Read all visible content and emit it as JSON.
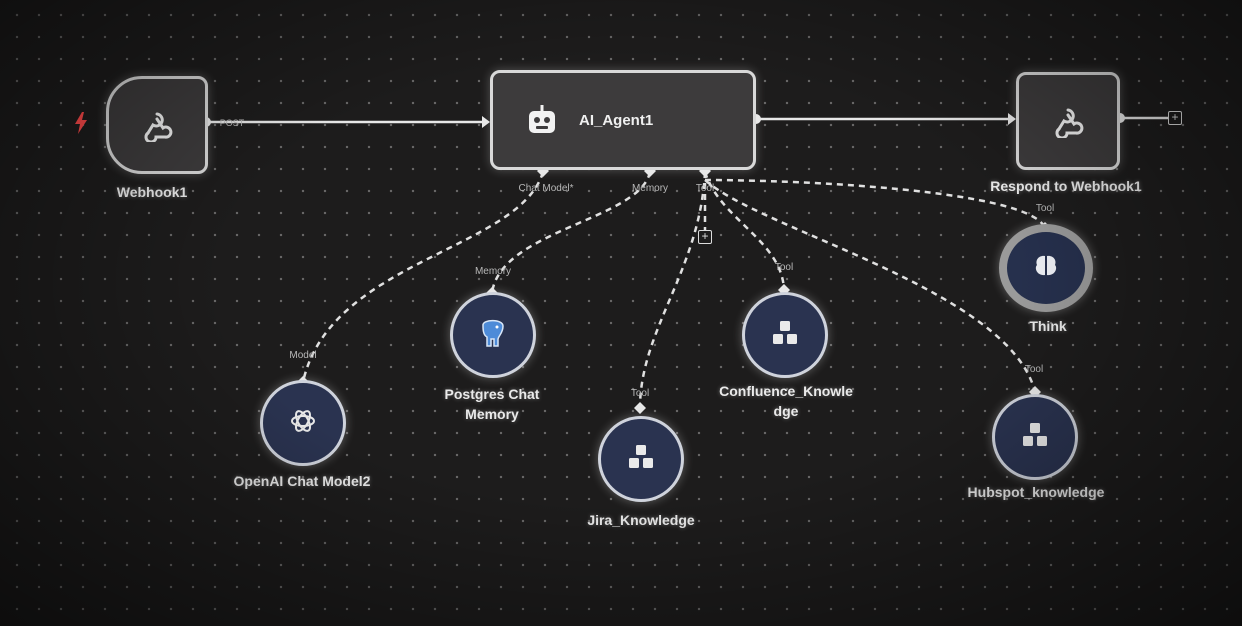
{
  "nodes": {
    "webhook": {
      "label": "Webhook1",
      "method": "POST"
    },
    "agent": {
      "title": "AI_Agent1",
      "ports": {
        "chat_model": "Chat Model*",
        "memory": "Memory",
        "tool": "Tool"
      }
    },
    "respond": {
      "label": "Respond to Webhook1"
    },
    "openai": {
      "label": "OpenAI Chat Model2",
      "port": "Model"
    },
    "postgres": {
      "label_line1": "Postgres Chat",
      "label_line2": "Memory",
      "port": "Memory"
    },
    "jira": {
      "label": "Jira_Knowledge",
      "port": "Tool"
    },
    "confluence": {
      "label_line1": "Confluence_Knowle",
      "label_line2": "dge",
      "port": "Tool"
    },
    "think": {
      "label": "Think",
      "port": "Tool"
    },
    "hubspot": {
      "label": "Hubspot_knowledge",
      "port": "Tool"
    }
  },
  "plus_symbol": "+",
  "colors": {
    "background": "#1d1c1c",
    "node_fill": "#3d3b3c",
    "tool_fill": "#2a3350",
    "trigger_bolt": "#ff4a4a"
  },
  "icons": {
    "webhook": "webhook-icon",
    "agent": "robot-icon",
    "respond": "webhook-icon",
    "openai": "openai-icon",
    "postgres": "postgres-elephant-icon",
    "tools": "cubes-icon",
    "think": "brain-icon",
    "trigger": "lightning-icon"
  }
}
